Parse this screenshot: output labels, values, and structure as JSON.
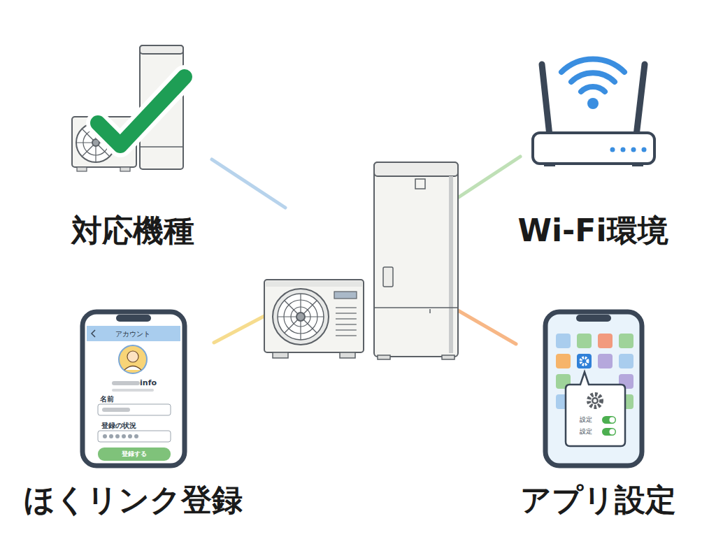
{
  "diagram": {
    "nodes": [
      {
        "text": [
          "対応機種"
        ]
      },
      {
        "text": [
          "Wi-Fi環境"
        ]
      },
      {
        "text": [
          "ほくリンク登録"
        ]
      },
      {
        "text": [
          "アプリ設定"
        ]
      }
    ],
    "labels": [
      "アカウント",
      "info",
      "名前",
      "登録の状況",
      "登録する",
      "設定",
      "設定"
    ]
  }
}
